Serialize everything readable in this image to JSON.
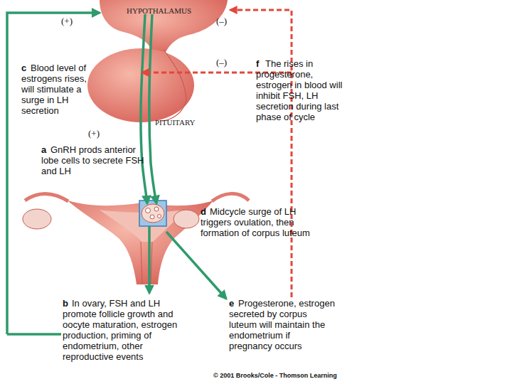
{
  "diagram": {
    "nodes": [
      {
        "text": [
          "HYPOTHALAMUS"
        ]
      },
      {
        "text": [
          "PITUITARY"
        ]
      }
    ],
    "labels": [
      "(+)",
      "(–)",
      "(–)",
      "(+)",
      "a",
      "GnRH prods anterior lobe cells to secrete FSH and LH",
      "b",
      "In ovary, FSH and LH promote follicle growth and oocyte maturation, estrogen production, priming of endometrium, other reproductive events",
      "c",
      "Blood level of estrogens rises, will stimulate a surge in LH secretion",
      "d",
      "Midcycle surge of LH triggers ovulation, then formation of corpus luteum",
      "e",
      "Progesterone, estrogen secreted by corpus luteum will maintain the endometrium if pregnancy occurs",
      "f",
      "The rises in progesterone, estrogen in blood will inhibit FSH, LH secretion during last phase of cycle",
      "© 2001 Brooks/Cole - Thomson Learning"
    ]
  }
}
